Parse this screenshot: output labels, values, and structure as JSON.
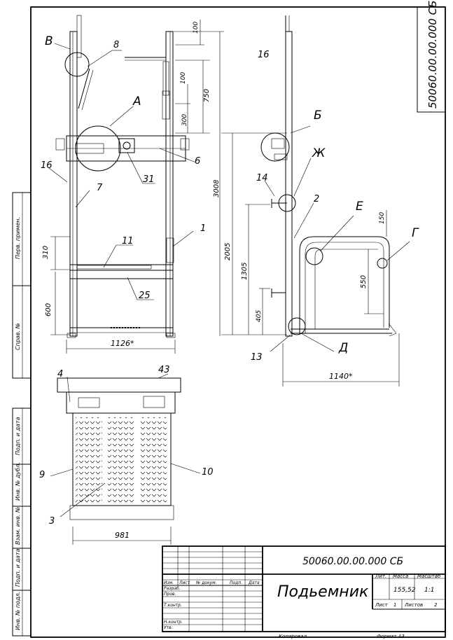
{
  "stamp_top": "50060.00.00.000 СБ",
  "title_block": {
    "doc_number": "50060.00.00.000 СБ",
    "name": "Подьемник",
    "lit_label": "Лит.",
    "mass_label": "Масса",
    "scale_label": "Масштаб",
    "mass_value": "155,52",
    "scale_value": "1:1",
    "sheet_label": "Лист",
    "sheet_value": "1",
    "sheets_label": "Листов",
    "sheets_value": "2",
    "row_headers": [
      "Изм.",
      "Лист",
      "№ докум.",
      "Подп.",
      "Дата"
    ],
    "roles": [
      "Разраб.",
      "Пров.",
      "Т.контр.",
      "Н.контр.",
      "Утв."
    ],
    "copied": "Копировал",
    "format": "Формат А3"
  },
  "side_stamps": [
    "Перв. примен.",
    "Справ. №",
    "Подп. и дата",
    "Инв. № дубл.",
    "Взам. инв. №",
    "Подп. и дата",
    "Инв. № подл."
  ],
  "views": {
    "front": {
      "letters": [
        "В",
        "А"
      ],
      "part_numbers": [
        "8",
        "6",
        "31",
        "16",
        "7",
        "1",
        "11",
        "25"
      ],
      "dims": [
        "100",
        "100",
        "750",
        "300",
        "3008",
        "310",
        "600",
        "1126*"
      ]
    },
    "side": {
      "letters": [
        "Б",
        "Ж",
        "Е",
        "Г",
        "Д"
      ],
      "part_numbers": [
        "16",
        "14",
        "2",
        "13"
      ],
      "dims": [
        "2005",
        "1305",
        "405",
        "150",
        "550",
        "1140*"
      ]
    },
    "top": {
      "part_numbers": [
        "4",
        "43",
        "9",
        "10",
        "3"
      ],
      "dims": [
        "981"
      ]
    }
  }
}
